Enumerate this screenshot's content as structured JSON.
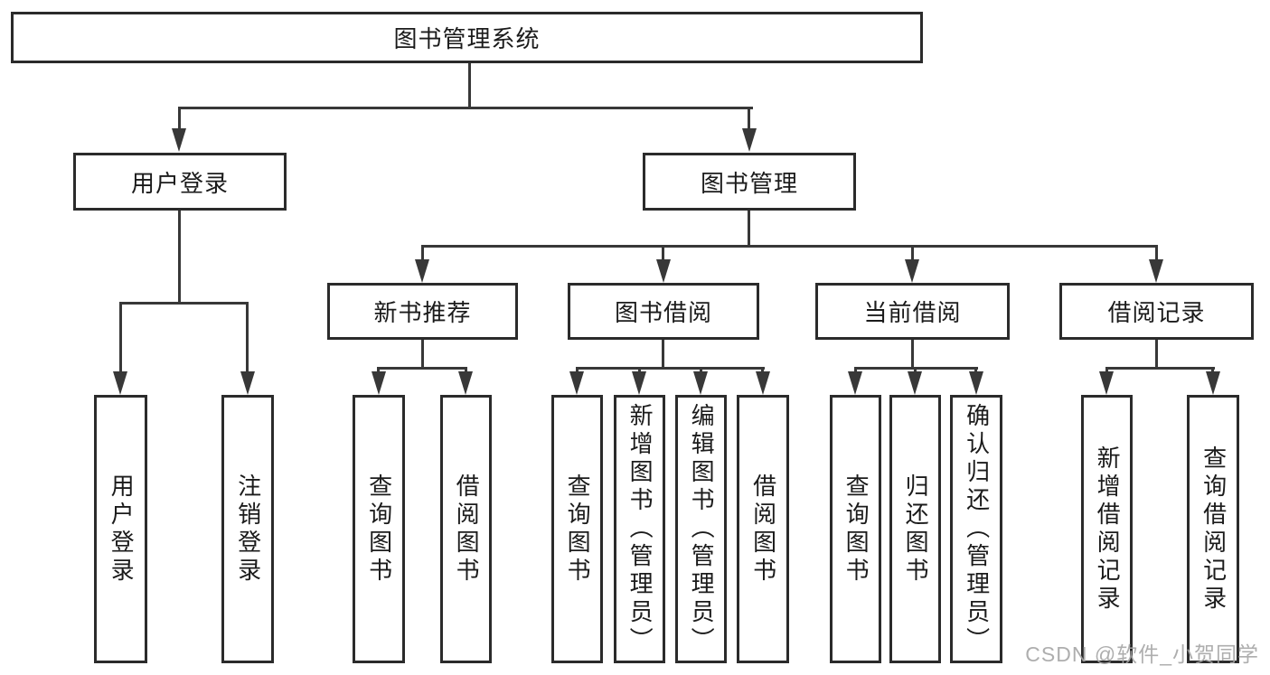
{
  "title": "图书管理系统",
  "level2": {
    "user_login": "用户登录",
    "book_management": "图书管理"
  },
  "level3": {
    "new_books": "新书推荐",
    "book_borrow": "图书借阅",
    "current_borrow": "当前借阅",
    "borrow_records": "借阅记录"
  },
  "leaves": {
    "user_login": "用户登录",
    "logout": "注销登录",
    "nb_query_books": "查询图书",
    "nb_borrow_books": "借阅图书",
    "bb_query_books": "查询图书",
    "bb_add_book_admin": "新增图书（管理员）",
    "bb_edit_book_admin": "编辑图书（管理员）",
    "bb_borrow_books": "借阅图书",
    "cb_query_books": "查询图书",
    "cb_return_books": "归还图书",
    "cb_confirm_return_admin": "确认归还（管理员）",
    "br_add_record": "新增借阅记录",
    "br_query_record": "查询借阅记录"
  },
  "watermark": "CSDN @软件_小贺同学",
  "colors": {
    "line": "#383838",
    "border": "#2b2b2b",
    "text": "#1b1b1b",
    "watermark": "#a5a5a5",
    "background": "#ffffff"
  }
}
